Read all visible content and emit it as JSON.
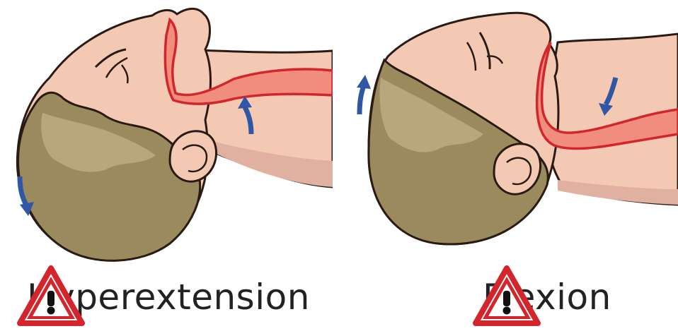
{
  "panels": [
    {
      "id": "hyperextension",
      "label": "Hyperextension",
      "arrow_color": "#2f57a6"
    },
    {
      "id": "flexion",
      "label": "Flexion",
      "arrow_color": "#2f57a6"
    }
  ],
  "colors": {
    "skin": "#f4c9b3",
    "skin_shadow": "#e0b1a0",
    "hair": "#9a8a5e",
    "hair_light": "#b8a77a",
    "airway_outline": "#d3262c",
    "airway_fill": "#f08d7c",
    "outline": "#2a1a14",
    "warning_red": "#d3262c"
  },
  "icons": [
    "warning-triangle-icon",
    "curved-arrow-icon"
  ]
}
